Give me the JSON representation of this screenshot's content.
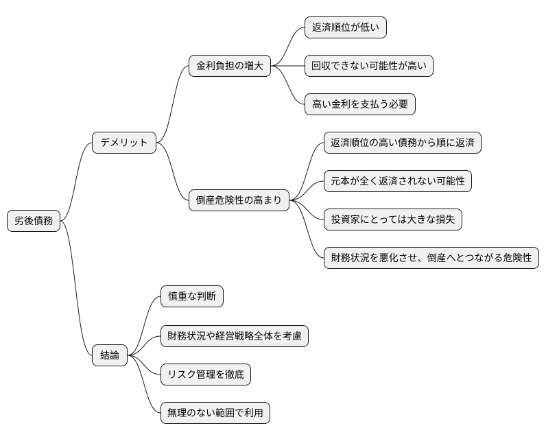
{
  "mindmap": {
    "root": "劣後債務",
    "branches": [
      {
        "label": "デメリット",
        "children": [
          {
            "label": "金利負担の増大",
            "children": [
              "返済順位が低い",
              "回収できない可能性が高い",
              "高い金利を支払う必要"
            ]
          },
          {
            "label": "倒産危険性の高まり",
            "children": [
              "返済順位の高い債務から順に返済",
              "元本が全く返済されない可能性",
              "投資家にとっては大きな損失",
              "財務状況を悪化させ、倒産へとつながる危険性"
            ]
          }
        ]
      },
      {
        "label": "結論",
        "children": [
          "慎重な判断",
          "財務状況や経営戦略全体を考慮",
          "リスク管理を徹底",
          "無理のない範囲で利用"
        ]
      }
    ]
  }
}
